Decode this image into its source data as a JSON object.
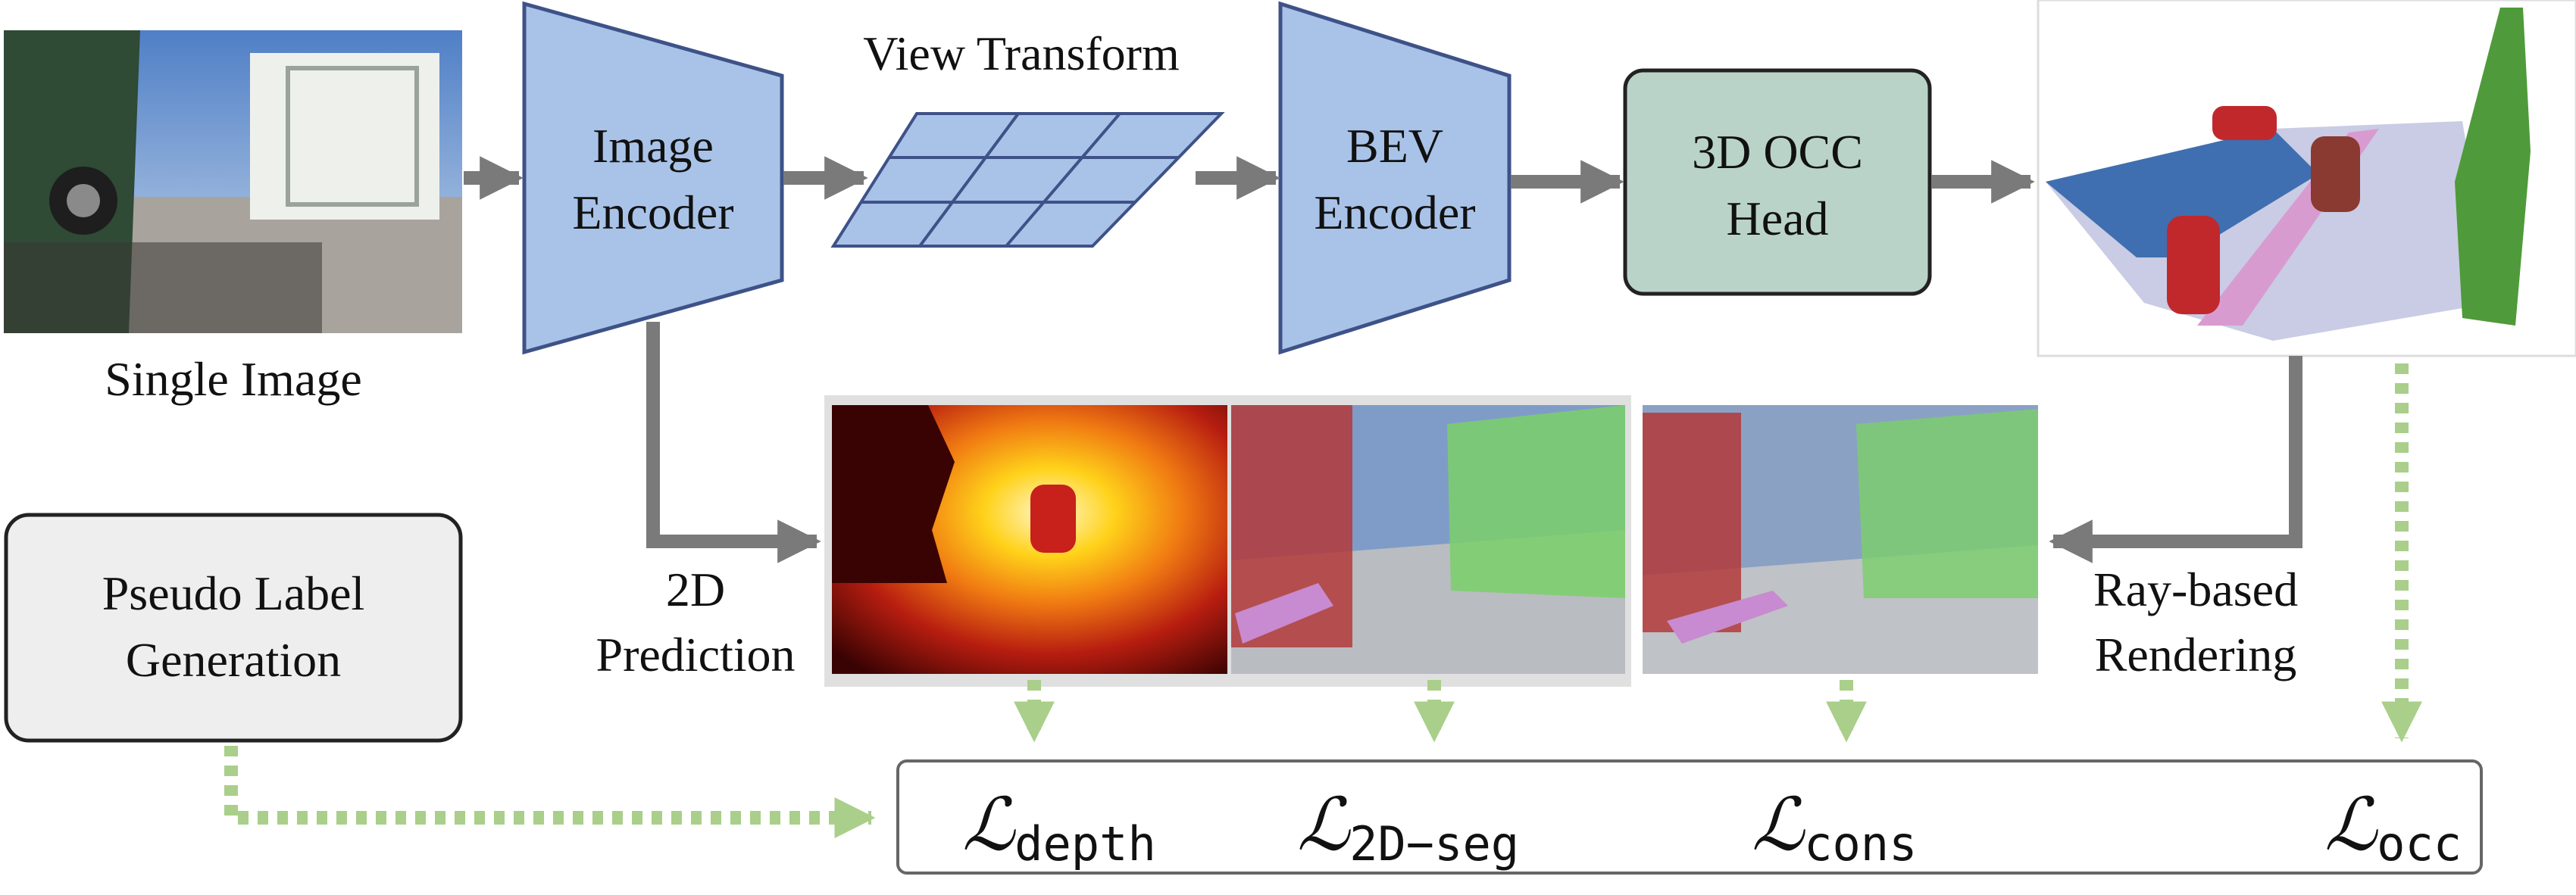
{
  "title": "",
  "input": {
    "label": "Single Image"
  },
  "modules": {
    "image_encoder": [
      "Image",
      "Encoder"
    ],
    "view_transform": "View Transform",
    "bev_encoder": [
      "BEV",
      "Encoder"
    ],
    "occ_head": [
      "3D OCC",
      "Head"
    ],
    "pseudo_label": [
      "Pseudo Label",
      "Generation"
    ]
  },
  "annotations": {
    "prediction_2d": [
      "2D",
      "Prediction"
    ],
    "ray_rendering": [
      "Ray-based",
      "Rendering"
    ]
  },
  "losses": [
    {
      "symbol": "ℒ",
      "subscript": "depth"
    },
    {
      "symbol": "ℒ",
      "subscript": "2D−seg"
    },
    {
      "symbol": "ℒ",
      "subscript": "cons"
    },
    {
      "symbol": "ℒ",
      "subscript": "occ"
    }
  ],
  "colors": {
    "encoder_fill": "#a9c3e8",
    "encoder_stroke": "#3e5288",
    "head_fill": "#b9d3c8",
    "pseudo_fill": "#eeeeee",
    "arrow": "#7a7a7a",
    "supervision_arrow": "#a9cf8a",
    "depth_map": "#c8201a",
    "segmentation_green": "#7ad06a",
    "segmentation_red": "#b33a3a"
  },
  "icons": [
    "photo-thumbnail",
    "depth-heatmap",
    "segmentation-overlay",
    "rendered-overlay",
    "voxel-occupancy-render"
  ]
}
